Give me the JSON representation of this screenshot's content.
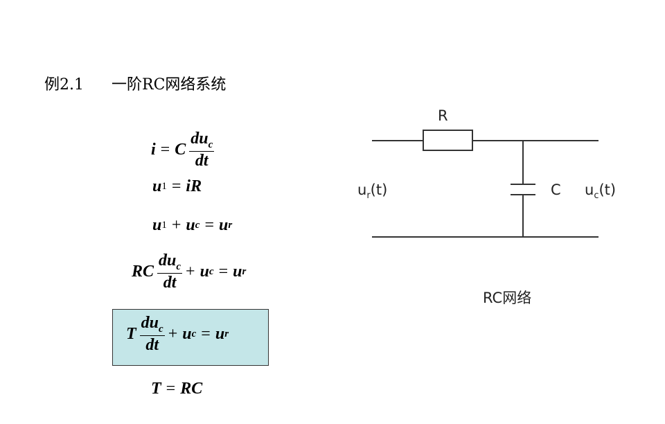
{
  "title": {
    "example": "例2.1",
    "text": "一阶RC网络系统"
  },
  "equations": {
    "eq1": {
      "lhs": "i",
      "eq": "=",
      "c": "C",
      "num": "du",
      "num_sub": "c",
      "den": "dt"
    },
    "eq2": {
      "u": "u",
      "sub": "1",
      "eq": "=",
      "rhs": "iR"
    },
    "eq3": {
      "u1": "u",
      "sub1": "1",
      "plus": "+",
      "uc": "u",
      "subc": "c",
      "eq": "=",
      "ur": "u",
      "subr": "r"
    },
    "eq4": {
      "rc": "RC",
      "num": "du",
      "num_sub": "c",
      "den": "dt",
      "plus": "+",
      "uc": "u",
      "subc": "c",
      "eq": "=",
      "ur": "u",
      "subr": "r"
    },
    "eq5": {
      "t": "T",
      "num": "du",
      "num_sub": "c",
      "den": "dt",
      "plus": "+",
      "uc": "u",
      "subc": "c",
      "eq": "=",
      "ur": "u",
      "subr": "r"
    },
    "eq6": {
      "t": "T",
      "eq": "=",
      "rhs": "RC"
    }
  },
  "circuit": {
    "resistor_label": "R",
    "capacitor_label": "C",
    "input_label": "u",
    "input_sub": "r",
    "input_arg": "(t)",
    "output_label": "u",
    "output_sub": "c",
    "output_arg": "(t)",
    "caption": "RC网络"
  },
  "colors": {
    "highlight": "#c4e6e8"
  }
}
